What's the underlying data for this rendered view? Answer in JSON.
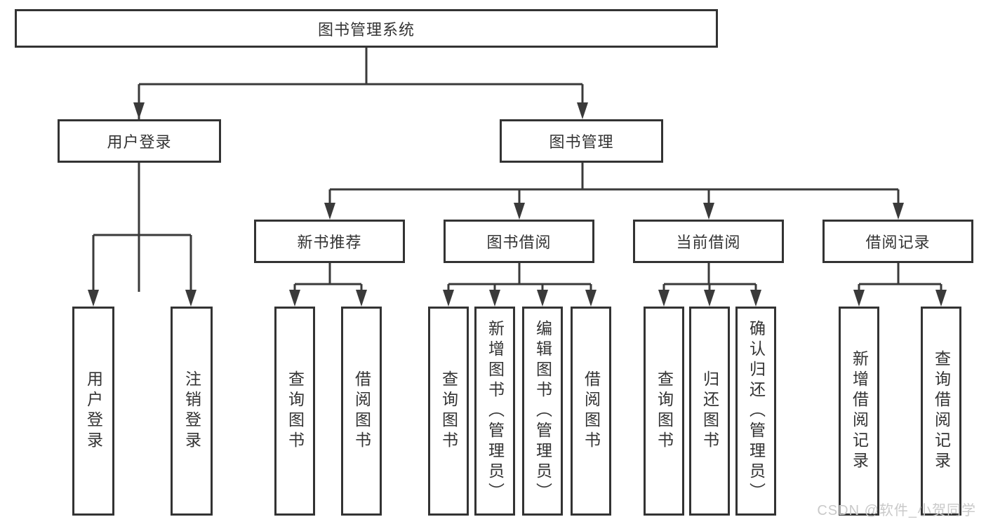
{
  "diagram": {
    "root": {
      "id": "library-management-system",
      "label": "图书管理系统"
    },
    "level2": [
      {
        "id": "user-login",
        "label": "用户登录",
        "parent": "library-management-system"
      },
      {
        "id": "book-management",
        "label": "图书管理",
        "parent": "library-management-system"
      }
    ],
    "level3": [
      {
        "id": "new-book-recommend",
        "label": "新书推荐",
        "parent": "book-management"
      },
      {
        "id": "book-borrowing",
        "label": "图书借阅",
        "parent": "book-management"
      },
      {
        "id": "current-borrowing",
        "label": "当前借阅",
        "parent": "book-management"
      },
      {
        "id": "borrowing-records",
        "label": "借阅记录",
        "parent": "book-management"
      }
    ],
    "level4": [
      {
        "id": "leaf-user-login",
        "label": "用户登录",
        "parent": "user-login"
      },
      {
        "id": "leaf-logout-login",
        "label": "注销登录",
        "parent": "user-login"
      },
      {
        "id": "leaf-query-books-recommend",
        "label": "查询图书",
        "parent": "new-book-recommend"
      },
      {
        "id": "leaf-borrow-books-recommend",
        "label": "借阅图书",
        "parent": "new-book-recommend"
      },
      {
        "id": "leaf-query-books-borrowing",
        "label": "查询图书",
        "parent": "book-borrowing"
      },
      {
        "id": "leaf-add-books-admin",
        "label": "新增图书（管理员）",
        "parent": "book-borrowing"
      },
      {
        "id": "leaf-edit-books-admin",
        "label": "编辑图书（管理员）",
        "parent": "book-borrowing"
      },
      {
        "id": "leaf-borrow-books-borrowing",
        "label": "借阅图书",
        "parent": "book-borrowing"
      },
      {
        "id": "leaf-query-books-current",
        "label": "查询图书",
        "parent": "current-borrowing"
      },
      {
        "id": "leaf-return-books",
        "label": "归还图书",
        "parent": "current-borrowing"
      },
      {
        "id": "leaf-confirm-return-admin",
        "label": "确认归还（管理员）",
        "parent": "current-borrowing"
      },
      {
        "id": "leaf-add-borrow-record",
        "label": "新增借阅记录",
        "parent": "borrowing-records"
      },
      {
        "id": "leaf-query-borrow-record",
        "label": "查询借阅记录",
        "parent": "borrowing-records"
      }
    ],
    "watermark": "CSDN @软件_小贺同学",
    "colors": {
      "line": "#3a3a3a",
      "box_border": "#333333",
      "text": "#333333",
      "watermark": "#c9c9c9",
      "background": "#ffffff"
    }
  }
}
